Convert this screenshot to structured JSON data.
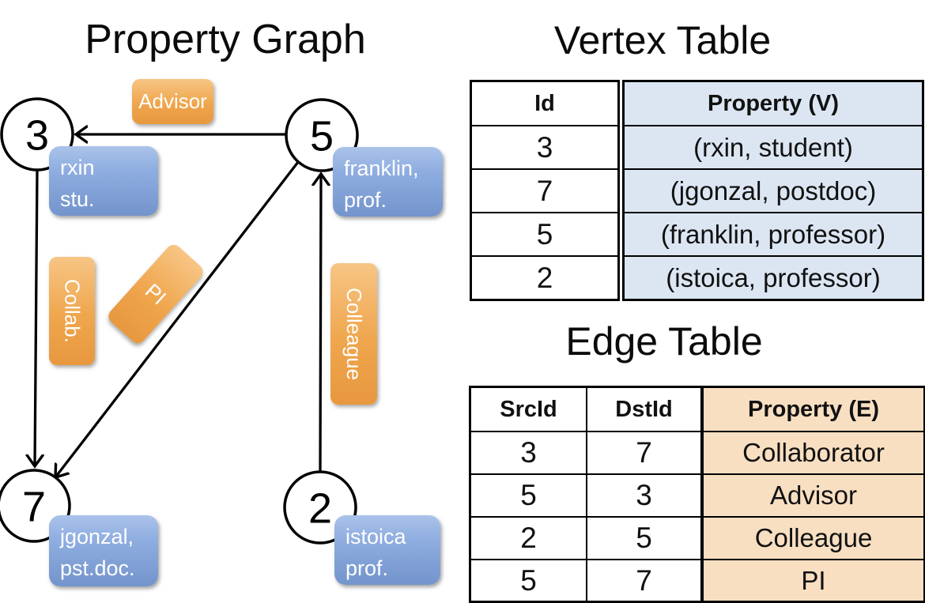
{
  "graph": {
    "title": "Property Graph",
    "nodes": [
      {
        "id": "3",
        "label_line1": "rxin",
        "label_line2": "stu."
      },
      {
        "id": "5",
        "label_line1": "franklin,",
        "label_line2": "prof."
      },
      {
        "id": "7",
        "label_line1": "jgonzal,",
        "label_line2": "pst.doc."
      },
      {
        "id": "2",
        "label_line1": "istoica",
        "label_line2": "prof."
      }
    ],
    "edge_labels": {
      "advisor": "Advisor",
      "collab": "Collab.",
      "pi": "PI",
      "colleague": "Colleague"
    }
  },
  "vertex_table": {
    "title": "Vertex Table",
    "headers": {
      "id": "Id",
      "property": "Property (V)"
    },
    "rows": [
      {
        "id": "3",
        "property": "(rxin, student)"
      },
      {
        "id": "7",
        "property": "(jgonzal, postdoc)"
      },
      {
        "id": "5",
        "property": "(franklin, professor)"
      },
      {
        "id": "2",
        "property": "(istoica, professor)"
      }
    ]
  },
  "edge_table": {
    "title": "Edge Table",
    "headers": {
      "src": "SrcId",
      "dst": "DstId",
      "property": "Property (E)"
    },
    "rows": [
      {
        "src": "3",
        "dst": "7",
        "property": "Collaborator"
      },
      {
        "src": "5",
        "dst": "3",
        "property": "Advisor"
      },
      {
        "src": "2",
        "dst": "5",
        "property": "Colleague"
      },
      {
        "src": "5",
        "dst": "7",
        "property": "PI"
      }
    ]
  },
  "colors": {
    "edge_label_orange": "#EFA64D",
    "node_label_blue": "#8FADE0",
    "vertex_cell_fill": "#DCE6F3",
    "edge_cell_fill": "#F8DFC2",
    "line_black": "#000000"
  }
}
